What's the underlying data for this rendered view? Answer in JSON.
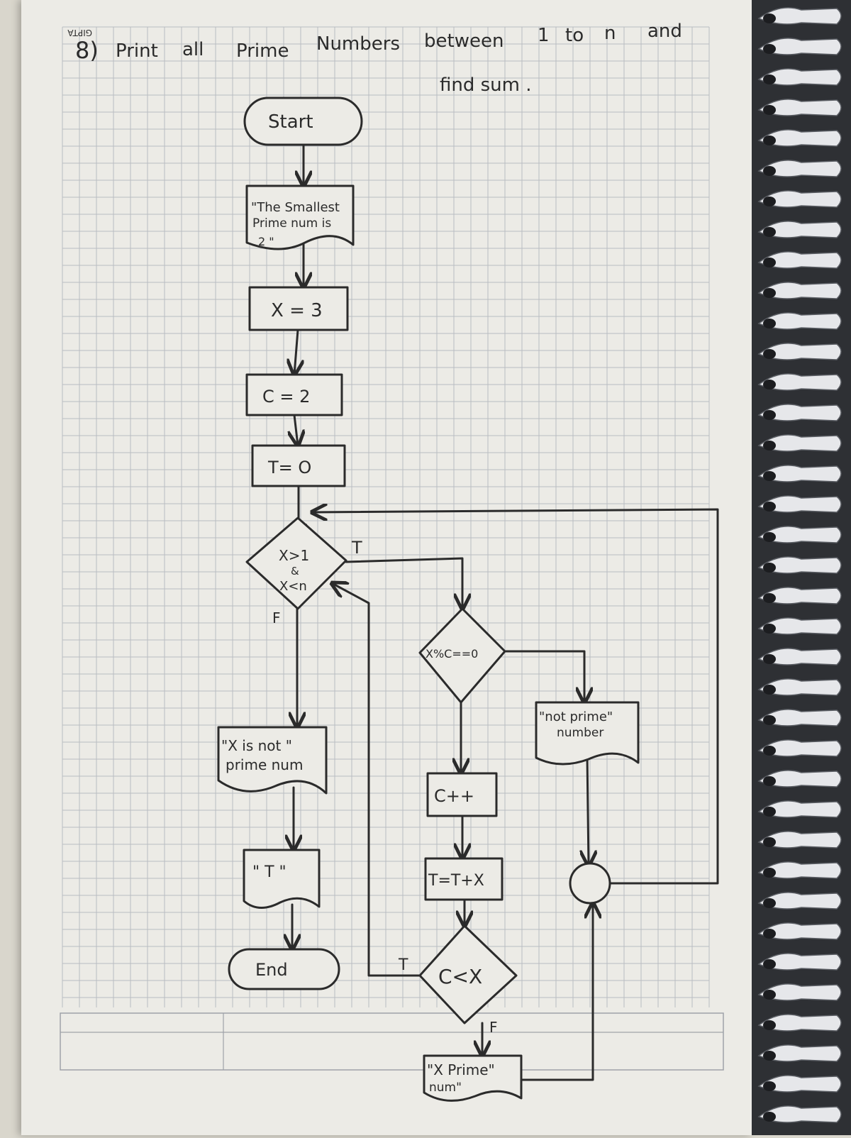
{
  "header": {
    "brand": "GIPTA",
    "question_number": "8)",
    "title_line1": [
      "Print",
      "all",
      "Prime",
      "Numbers",
      "between",
      "1",
      "to",
      "n",
      "and"
    ],
    "title_line2": "find sum ."
  },
  "nodes": {
    "start": "Start",
    "smallest_prime": [
      "\"The Smallest",
      "Prime num is",
      "2 \""
    ],
    "x_init": "X = 3",
    "c_init": "C = 2",
    "t_init": "T= O",
    "loop_cond": [
      "X>1",
      "&",
      "X<n"
    ],
    "x_mod_c": "X%C==0",
    "not_prime_number": [
      "\"not prime\"",
      "number"
    ],
    "x_not_prime": [
      "\"X is not \"",
      "prime num"
    ],
    "c_increment": "C++",
    "t_sum": "T=T+X",
    "c_less_x": "C<X",
    "print_t": "\" T \"",
    "end": "End",
    "x_prime": [
      "\"X Prime\"",
      "num\""
    ]
  },
  "edge_labels": {
    "loop_true": "T",
    "loop_false": "F",
    "clx_true": "T",
    "clx_false": "F"
  },
  "colors": {
    "ink": "#2b2b2b",
    "paper": "#ecebe6",
    "grid": "#b9bcc2",
    "spiral": "#2e3034"
  }
}
